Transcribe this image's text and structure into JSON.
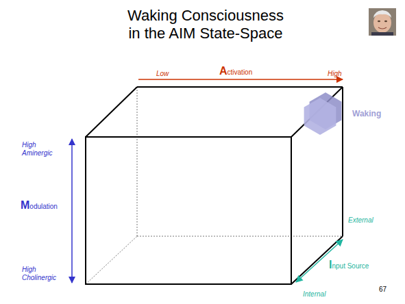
{
  "diagram": {
    "title": "Waking Consciousness in the AIM State-Space",
    "nodes": [
      {
        "text": [
          "Waking"
        ]
      }
    ],
    "labels": [
      "Low",
      "Activation",
      "High",
      "High Aminergic",
      "Modulation",
      "High Cholinergic",
      "External",
      "Input Source",
      "Internal",
      "67"
    ]
  }
}
